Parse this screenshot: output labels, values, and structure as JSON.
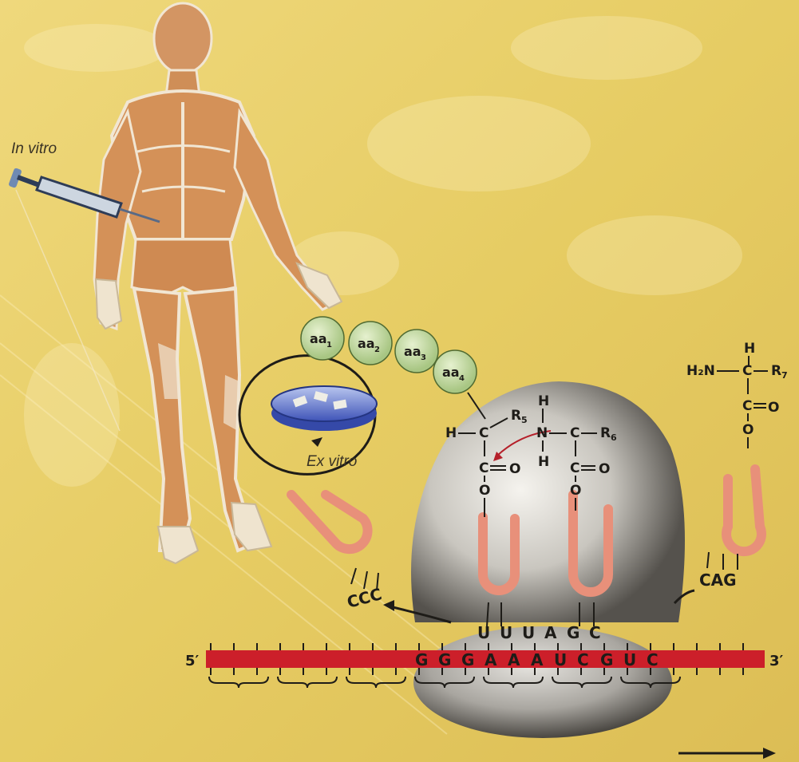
{
  "labels": {
    "in_vitro": "In vitro",
    "ex_vitro": "Ex vitro"
  },
  "amino_acids": [
    {
      "base": "aa",
      "sub": "1"
    },
    {
      "base": "aa",
      "sub": "2"
    },
    {
      "base": "aa",
      "sub": "3"
    },
    {
      "base": "aa",
      "sub": "4"
    }
  ],
  "chemistry": {
    "left_residue": {
      "h": "H",
      "c": "C",
      "r": "R",
      "r_sub": "5",
      "o": "O"
    },
    "right_residue": {
      "h_top": "H",
      "n": "N",
      "h_bottom": "H",
      "c": "C",
      "r": "R",
      "r_sub": "6",
      "o": "O"
    },
    "free_amino_acid": {
      "h": "H",
      "h2n": "H₂N",
      "c": "C",
      "r": "R",
      "r_sub": "7",
      "o": "O"
    }
  },
  "anticodons": {
    "left": "CCC",
    "right": "CAG",
    "paired": "UUUAGC"
  },
  "mrna": {
    "five_prime": "5′",
    "three_prime": "3′",
    "sequence": "GGGAAAUCGUC",
    "colors": {
      "strand": "#cc1f2a",
      "trna": "#e8907a",
      "bead": "#c9e0a6"
    }
  }
}
